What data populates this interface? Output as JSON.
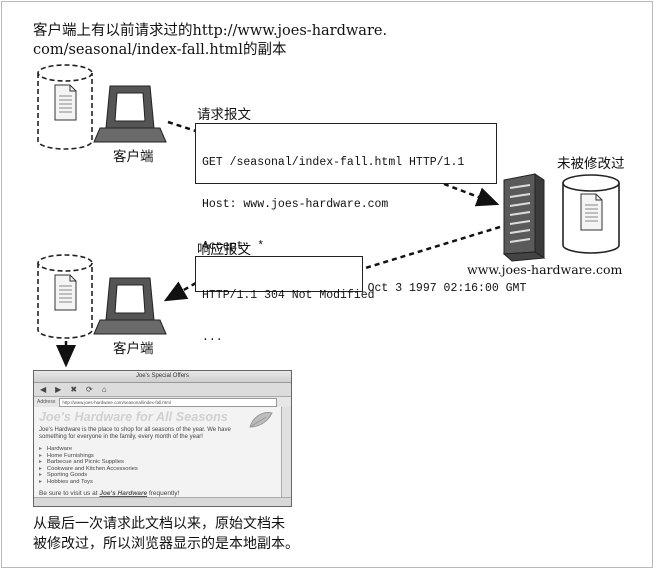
{
  "caption_top": [
    "客户端上有以前请求过的http://www.joes-hardware.",
    "com/seasonal/index-fall.html的副本"
  ],
  "client_label_top": "客户端",
  "client_label_bottom": "客户端",
  "request": {
    "title": "请求报文",
    "lines": [
      "GET /seasonal/index-fall.html HTTP/1.1",
      "Host: www.joes-hardware.com",
      "Accept: *",
      "If-Modified-Since: Fri, Oct 3 1997 02:16:00 GMT"
    ]
  },
  "response": {
    "title": "响应报文",
    "lines": [
      "HTTP/1.1 304 Not Modified",
      "..."
    ]
  },
  "server": {
    "label": "www.joes-hardware.com",
    "unchanged_label": "未被修改过"
  },
  "browser": {
    "window_title": "Joe's Special Offers",
    "address_label": "Address",
    "url": "http://www.joes-hardware.com/seasonal/index-fall.html",
    "heading": "Joe's Hardware for All Seasons",
    "intro": "Joe's Hardware is the place to shop for all seasons of the year. We have something for everyone in the family, every month of the year!",
    "items": [
      "Hardware",
      "Home Furnishings",
      "Barbecue and Picnic Supplies",
      "Cookware and Kitchen Accessories",
      "Sporting Goods",
      "Hobbies and Toys"
    ],
    "footer_prefix": "Be sure to visit us at ",
    "footer_link": "Joe's Hardware",
    "footer_suffix": " frequently!"
  },
  "caption_bottom": [
    "从最后一次请求此文档以来，原始文档未",
    "被修改过，所以浏览器显示的是本地副本。"
  ]
}
